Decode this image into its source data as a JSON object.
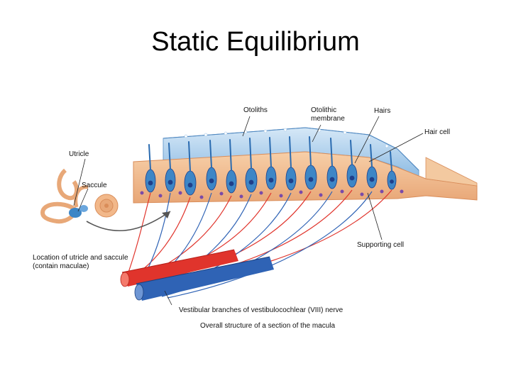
{
  "slide": {
    "title": "Static Equilibrium"
  },
  "figure": {
    "labels": {
      "otoliths": "Otoliths",
      "otolithic_membrane_1": "Otolithic",
      "otolithic_membrane_2": "membrane",
      "hairs": "Hairs",
      "hair_cell": "Hair cell",
      "utricle": "Utricle",
      "saccule": "Saccule",
      "location_1": "Location of utricle and saccule",
      "location_2": "(contain maculae)",
      "supporting_cell": "Supporting cell",
      "nerve": "Vestibular branches of vestibulocochlear (VIII) nerve",
      "caption": "Overall structure of a section of the macula"
    },
    "colors": {
      "membrane": "#a9cdea",
      "membrane_dark": "#6fa0cf",
      "epithelium": "#f1b98c",
      "epithelium_dark": "#d98d5a",
      "hair_cell": "#3d86c6",
      "nucleus": "#1e3f8a",
      "supporting_nucleus": "#7a4aa8",
      "red_fiber": "#e0342c",
      "blue_fiber": "#2f63b5",
      "ear": "#e8a878"
    }
  }
}
